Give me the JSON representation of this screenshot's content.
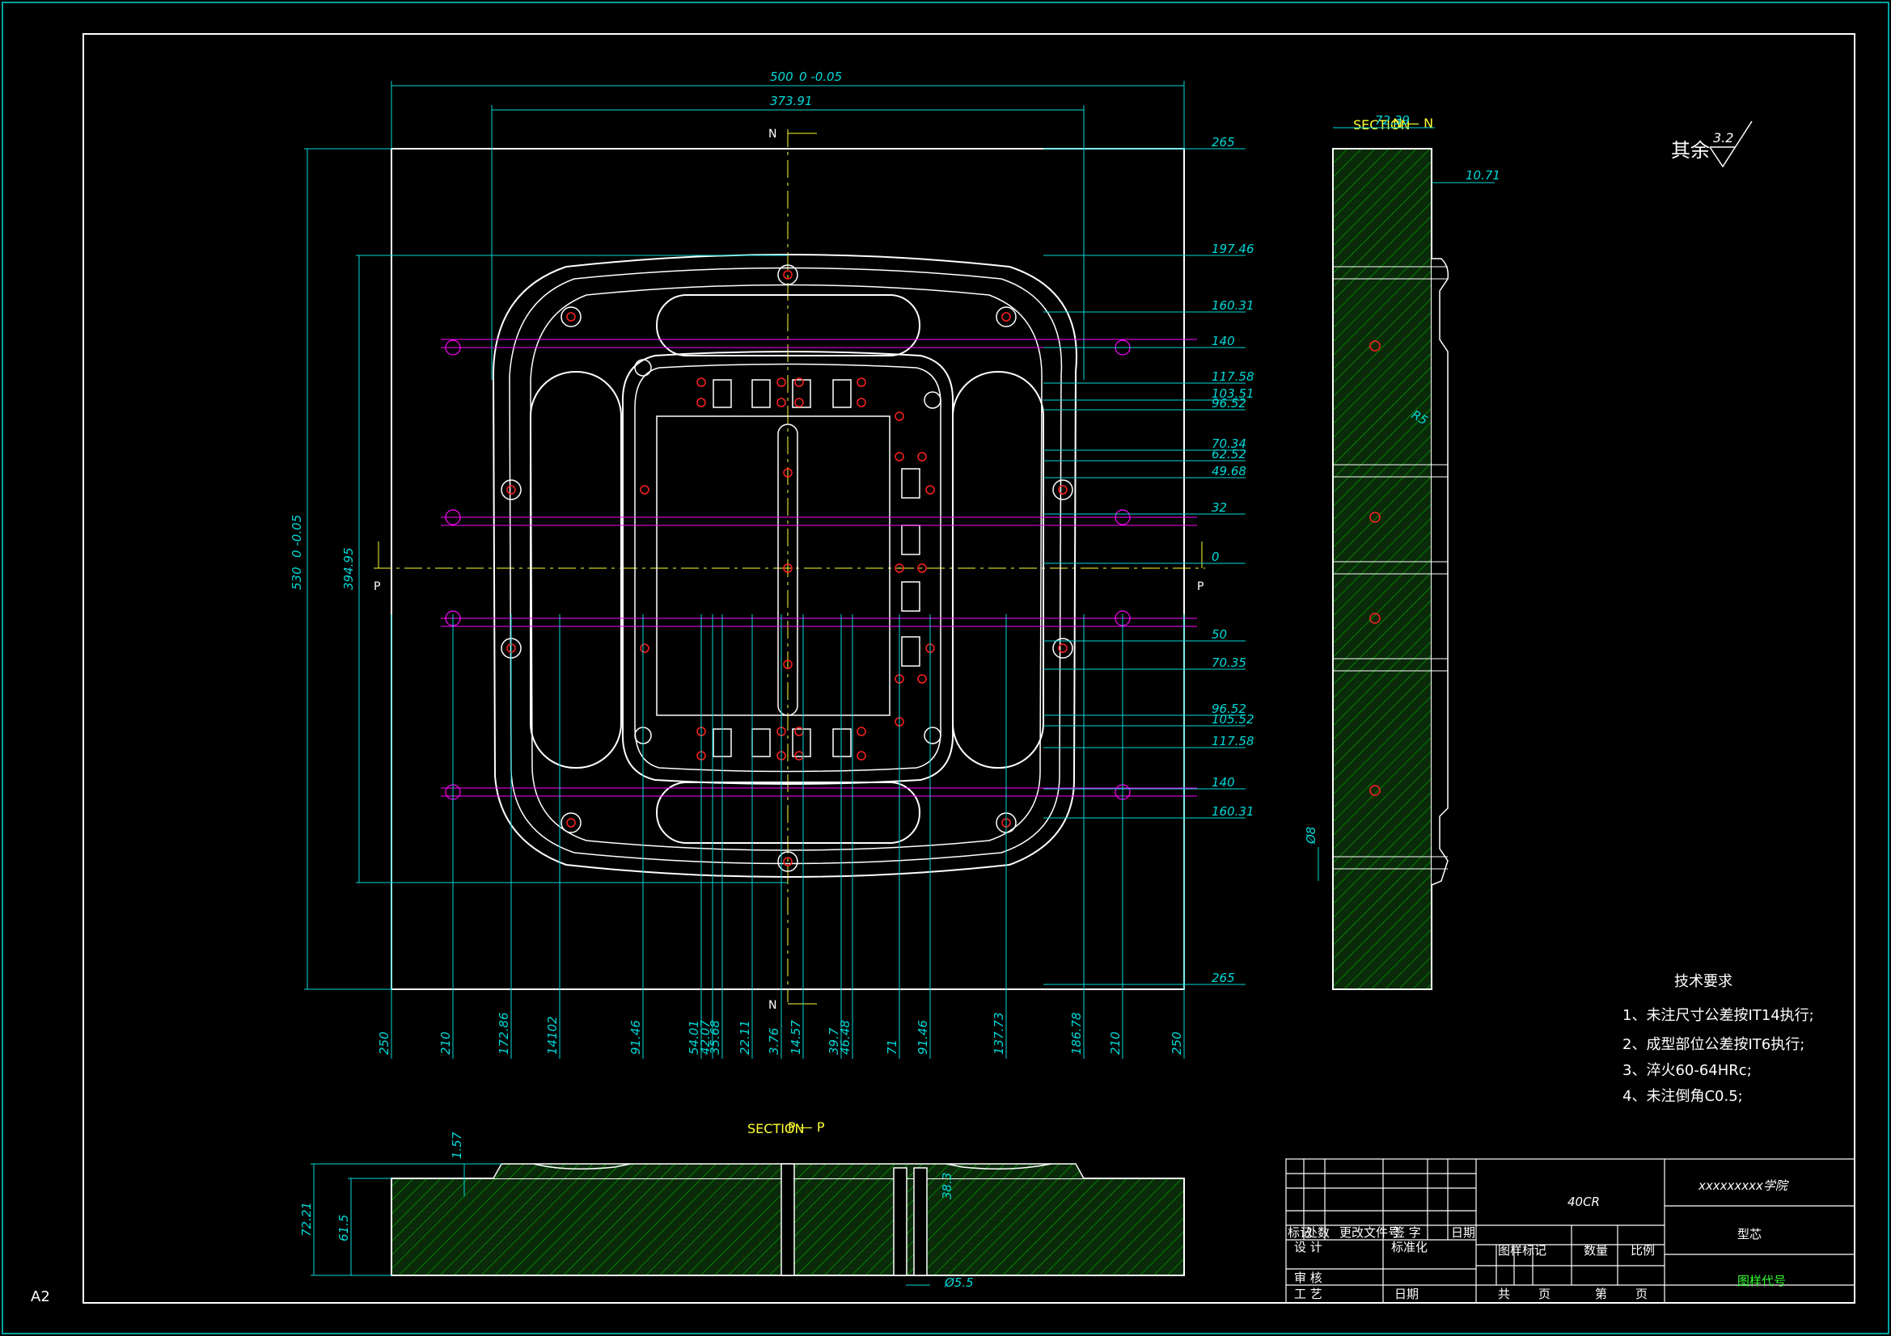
{
  "sheet": {
    "size_label": "A2"
  },
  "colors": {
    "background": "#000000",
    "frame": "#ffffff",
    "dimension": "#00d8d8",
    "label": "#ffff33",
    "center": "#ff00ff",
    "hole": "#ff2020",
    "hatch": "#00a000"
  },
  "plan_view": {
    "top_dims": {
      "overall": "500",
      "overall_tol": "0 -0.05",
      "inner": "373.91"
    },
    "left_dims": {
      "overall": "530",
      "overall_tol": "0 -0.05",
      "inner": "394.95"
    },
    "section_marks": {
      "n_top": "N",
      "n_bottom": "N",
      "p_left": "P",
      "p_right": "P"
    },
    "right_dims": [
      "265",
      "197.46",
      "160.31",
      "140",
      "117.58",
      "103.51",
      "96.52",
      "70.34",
      "62.52",
      "49.68",
      "32",
      "0",
      "50",
      "70.35",
      "96.52",
      "105.52",
      "117.58",
      "140",
      "160.31",
      "265"
    ],
    "bottom_dims": [
      "250",
      "210",
      "172.86",
      "14102",
      "91.46",
      "54.01",
      "42.07",
      "35.68",
      "22.11",
      "3.76",
      "14.57",
      "39.7",
      "46.48",
      "71",
      "91.46",
      "137.73",
      "186.78",
      "210",
      "250"
    ]
  },
  "section_nn": {
    "prefix": "SECTION",
    "name": "N — N",
    "dims": [
      "72.39",
      "10.71",
      "R5",
      "Ø8"
    ]
  },
  "section_pp": {
    "prefix": "SECTION",
    "name": "P — P",
    "dims": [
      "1.57",
      "72.21",
      "61.5",
      "38.3",
      "Ø5.5"
    ]
  },
  "roughness": {
    "label": "其余",
    "value": "3.2"
  },
  "tech_requirements": {
    "title": "技术要求",
    "items": [
      "1、未注尺寸公差按IT14执行;",
      "2、成型部位公差按IT6执行;",
      "3、淬火60-64HRc;",
      "4、未注倒角C0.5;"
    ]
  },
  "title_block": {
    "material": "40CR",
    "school": "xxxxxxxxx学院",
    "part_name": "型芯",
    "drawing_no": "图样代号",
    "rev_headers": [
      "标记",
      "处数",
      "更改文件号",
      "签 字",
      "日期"
    ],
    "design": "设 计",
    "standard": "标准化",
    "review": "审 核",
    "process": "工 艺",
    "date": "日期",
    "stage_mark": "图样标记",
    "quantity": "数量",
    "scale": "比例",
    "total": "共",
    "sheet": "页",
    "no": "第",
    "page": "页"
  }
}
